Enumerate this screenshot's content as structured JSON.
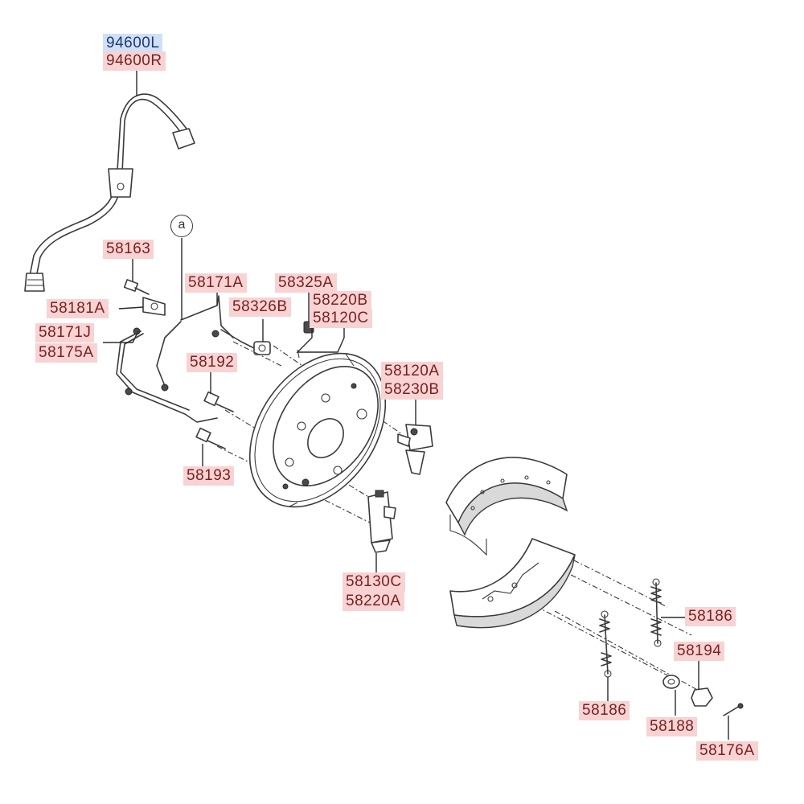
{
  "callout_letter": "a",
  "labels": {
    "p94600L": "94600L",
    "p94600R": "94600R",
    "p58163": "58163",
    "p58181A": "58181A",
    "p58171J": "58171J",
    "p58175A": "58175A",
    "p58171A": "58171A",
    "p58325A": "58325A",
    "p58326B": "58326B",
    "p58220B": "58220B",
    "p58120C": "58120C",
    "p58192": "58192",
    "p58193": "58193",
    "p58120A": "58120A",
    "p58230B": "58230B",
    "p58130C": "58130C",
    "p58220A": "58220A",
    "p58186a": "58186",
    "p58186b": "58186",
    "p58194": "58194",
    "p58188": "58188",
    "p58176A": "58176A"
  },
  "colors": {
    "label_highlight": "#f8d3d3",
    "selected_label_highlight": "#cfe0f7",
    "label_text": "#7a1f1f",
    "line": "#3a3a3a"
  }
}
